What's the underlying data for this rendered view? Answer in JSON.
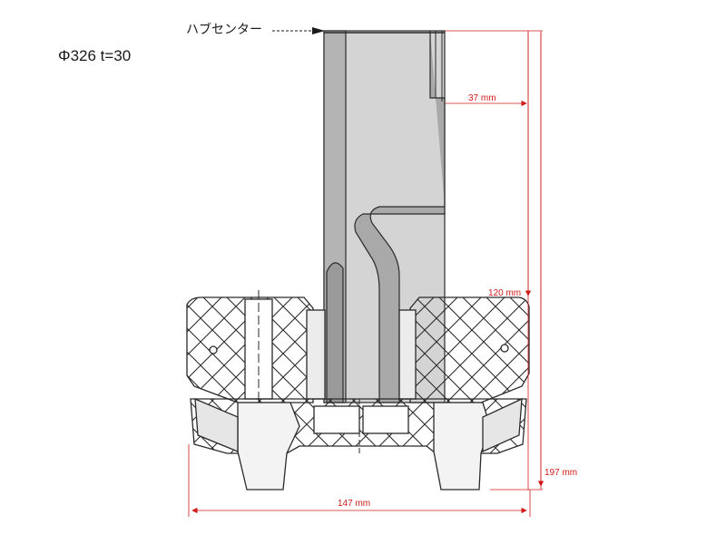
{
  "spec_label": "Φ326 t=30",
  "hub_center_label": "ハブセンター",
  "dimensions": {
    "offset": "37 mm",
    "height_1": "120 mm",
    "height_2": "197 mm",
    "width": "147 mm"
  },
  "colors": {
    "dimension": "#d11a1a",
    "rotor": "#bcbcbc",
    "rotor_face": "#d4d4d4",
    "line": "#2a2a2a"
  }
}
